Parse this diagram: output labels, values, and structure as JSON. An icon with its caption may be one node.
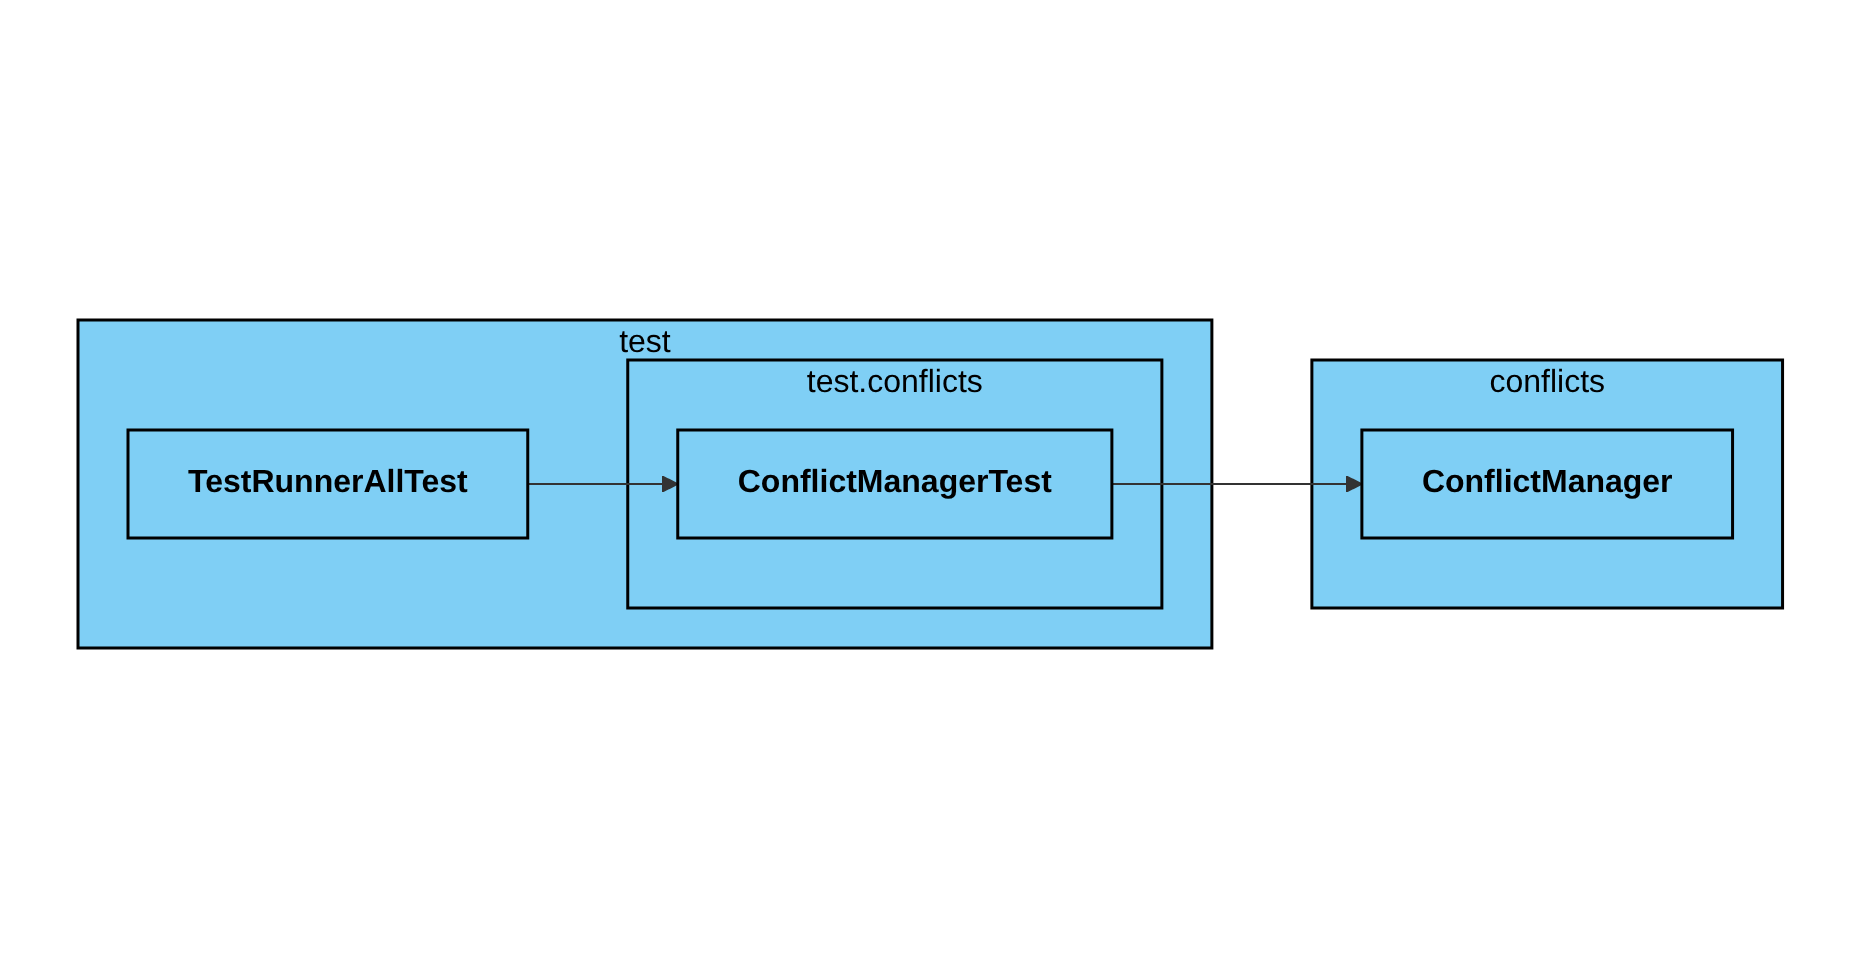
{
  "diagram": {
    "nodes": [
      {
        "text": [
          "test"
        ]
      },
      {
        "text": [
          "TestRunnerAllTest"
        ],
        "in": 0
      },
      {
        "text": [
          "test.conflicts"
        ],
        "in": 0
      },
      {
        "text": [
          "ConflictManagerTest"
        ],
        "in": 2
      },
      {
        "text": [
          "conflicts"
        ]
      },
      {
        "text": [
          "ConflictManager"
        ],
        "in": 4
      }
    ],
    "edges": [
      {
        "from": 1,
        "to": 3,
        "arrow": "to"
      },
      {
        "from": 3,
        "to": 5,
        "arrow": "to"
      }
    ]
  }
}
